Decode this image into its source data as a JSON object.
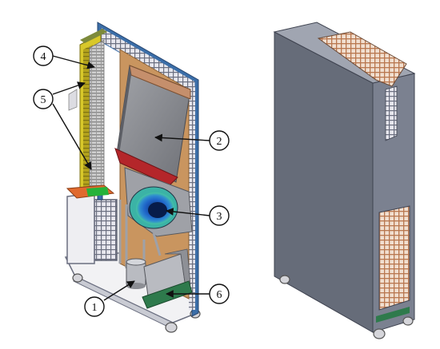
{
  "figure": {
    "left_view": "cutaway",
    "right_view": "closed cabinet"
  },
  "callouts": [
    {
      "id": "c1",
      "label": "1"
    },
    {
      "id": "c2",
      "label": "2"
    },
    {
      "id": "c3",
      "label": "3"
    },
    {
      "id": "c4",
      "label": "4"
    },
    {
      "id": "c5",
      "label": "5"
    },
    {
      "id": "c6",
      "label": "6"
    }
  ],
  "colors": {
    "frame_blue": "#3b6ea8",
    "back_panel_tan": "#c9955f",
    "coil_yellow": "#d8c82a",
    "coil_fins": "#b8b8b8",
    "evaporator_gray": "#8e9096",
    "drip_red": "#b4262a",
    "fan_blue": "#1f64c8",
    "fan_green": "#46c6a0",
    "cabinet_dark": "#666c79",
    "cabinet_side": "#7b8190",
    "grille_copper": "#c98b63",
    "base_green": "#2e7a4c"
  }
}
